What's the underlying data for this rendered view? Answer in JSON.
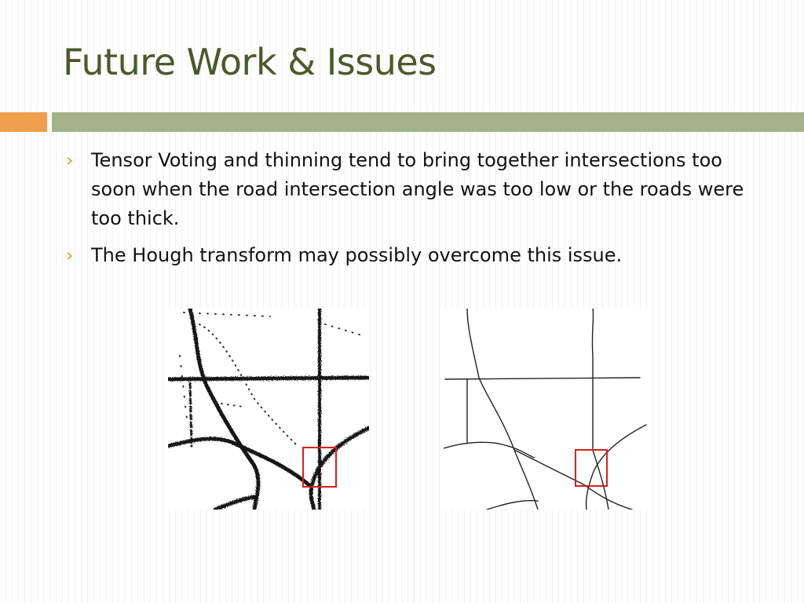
{
  "slide": {
    "title": "Future Work & Issues",
    "bullets": [
      "Tensor Voting and thinning tend to bring together intersections too soon when the road intersection angle was too low or the roads were too thick.",
      "The Hough transform may possibly overcome this issue."
    ],
    "bullet_icon": "arrow-right-icon"
  },
  "colors": {
    "title": "#4a5a2a",
    "accent_orange": "#f0a04b",
    "accent_green": "#a3b48a",
    "bullet_arrow": "#e0963a",
    "highlight_box": "#d81e1e"
  }
}
